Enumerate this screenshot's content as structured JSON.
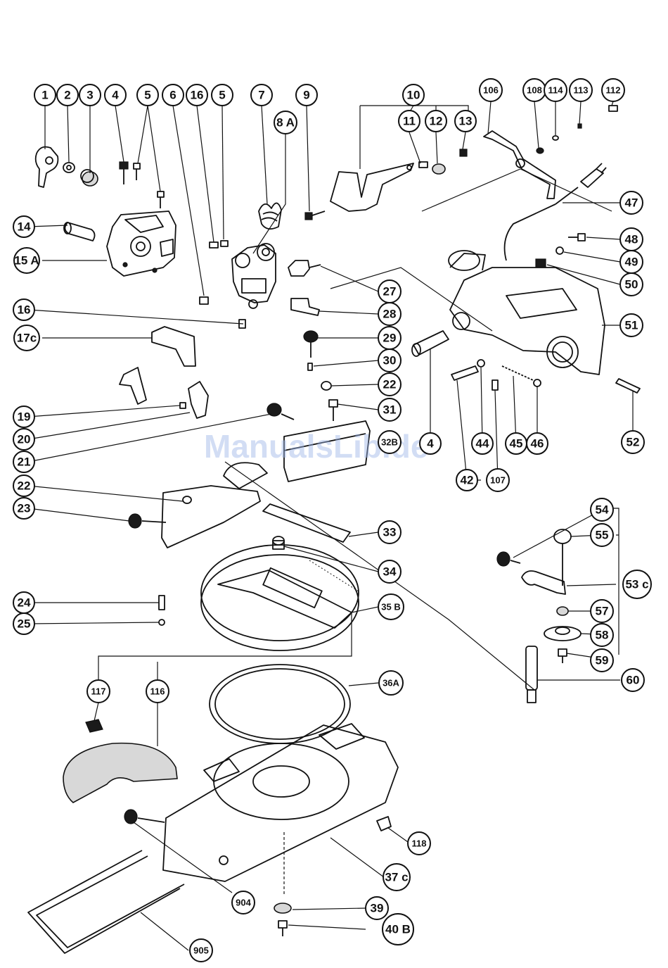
{
  "watermark": "ManualsLib.de",
  "labels": [
    {
      "id": "1",
      "text": "1"
    },
    {
      "id": "2",
      "text": "2"
    },
    {
      "id": "3",
      "text": "3"
    },
    {
      "id": "4",
      "text": "4"
    },
    {
      "id": "5a",
      "text": "5"
    },
    {
      "id": "6",
      "text": "6"
    },
    {
      "id": "16a",
      "text": "16"
    },
    {
      "id": "5b",
      "text": "5"
    },
    {
      "id": "7",
      "text": "7"
    },
    {
      "id": "8A",
      "text": "8 A"
    },
    {
      "id": "9",
      "text": "9"
    },
    {
      "id": "10",
      "text": "10"
    },
    {
      "id": "11",
      "text": "11"
    },
    {
      "id": "12",
      "text": "12"
    },
    {
      "id": "13",
      "text": "13"
    },
    {
      "id": "106",
      "text": "106"
    },
    {
      "id": "108",
      "text": "108"
    },
    {
      "id": "114",
      "text": "114"
    },
    {
      "id": "113",
      "text": "113"
    },
    {
      "id": "112",
      "text": "112"
    },
    {
      "id": "47",
      "text": "47"
    },
    {
      "id": "14",
      "text": "14"
    },
    {
      "id": "15A",
      "text": "15 A"
    },
    {
      "id": "48",
      "text": "48"
    },
    {
      "id": "49",
      "text": "49"
    },
    {
      "id": "50",
      "text": "50"
    },
    {
      "id": "27",
      "text": "27"
    },
    {
      "id": "16b",
      "text": "16"
    },
    {
      "id": "28",
      "text": "28"
    },
    {
      "id": "51",
      "text": "51"
    },
    {
      "id": "17C",
      "text": "17c"
    },
    {
      "id": "29",
      "text": "29"
    },
    {
      "id": "30",
      "text": "30"
    },
    {
      "id": "22a",
      "text": "22"
    },
    {
      "id": "19",
      "text": "19"
    },
    {
      "id": "31",
      "text": "31"
    },
    {
      "id": "20",
      "text": "20"
    },
    {
      "id": "32B",
      "text": "32B"
    },
    {
      "id": "4b",
      "text": "4"
    },
    {
      "id": "44",
      "text": "44"
    },
    {
      "id": "45",
      "text": "45"
    },
    {
      "id": "46",
      "text": "46"
    },
    {
      "id": "52",
      "text": "52"
    },
    {
      "id": "21",
      "text": "21"
    },
    {
      "id": "42",
      "text": "42"
    },
    {
      "id": "107",
      "text": "107"
    },
    {
      "id": "22b",
      "text": "22"
    },
    {
      "id": "23",
      "text": "23"
    },
    {
      "id": "33",
      "text": "33"
    },
    {
      "id": "54",
      "text": "54"
    },
    {
      "id": "55",
      "text": "55"
    },
    {
      "id": "34",
      "text": "34"
    },
    {
      "id": "53C",
      "text": "53 c"
    },
    {
      "id": "24",
      "text": "24"
    },
    {
      "id": "35B",
      "text": "35 B"
    },
    {
      "id": "57",
      "text": "57"
    },
    {
      "id": "25",
      "text": "25"
    },
    {
      "id": "58",
      "text": "58"
    },
    {
      "id": "59",
      "text": "59"
    },
    {
      "id": "117",
      "text": "117"
    },
    {
      "id": "116",
      "text": "116"
    },
    {
      "id": "60",
      "text": "60"
    },
    {
      "id": "36A",
      "text": "36A"
    },
    {
      "id": "118",
      "text": "118"
    },
    {
      "id": "37C",
      "text": "37 c"
    },
    {
      "id": "904",
      "text": "904"
    },
    {
      "id": "39",
      "text": "39"
    },
    {
      "id": "905",
      "text": "905"
    },
    {
      "id": "40B",
      "text": "40 B"
    }
  ]
}
